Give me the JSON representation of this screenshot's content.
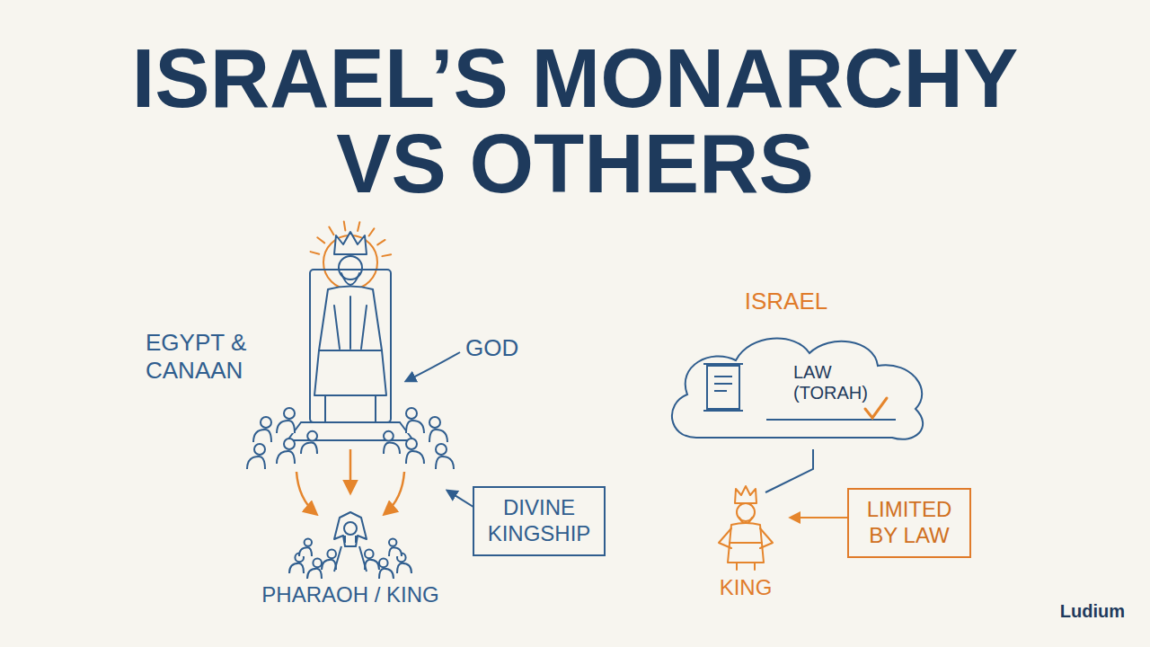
{
  "diagram": {
    "title": "ISRAEL’S MONARCHY VS OTHERS",
    "nodes": [
      {
        "text": [
          "DIVINE KINGSHIP"
        ]
      },
      {
        "text": [
          "LAW (TORAH)"
        ]
      },
      {
        "text": [
          "LIMITED BY LAW"
        ]
      }
    ],
    "labels": [
      "EGYPT & CANAAN",
      "GOD",
      "PHARAOH / KING",
      "ISRAEL",
      "KING",
      "Ludium"
    ]
  }
}
